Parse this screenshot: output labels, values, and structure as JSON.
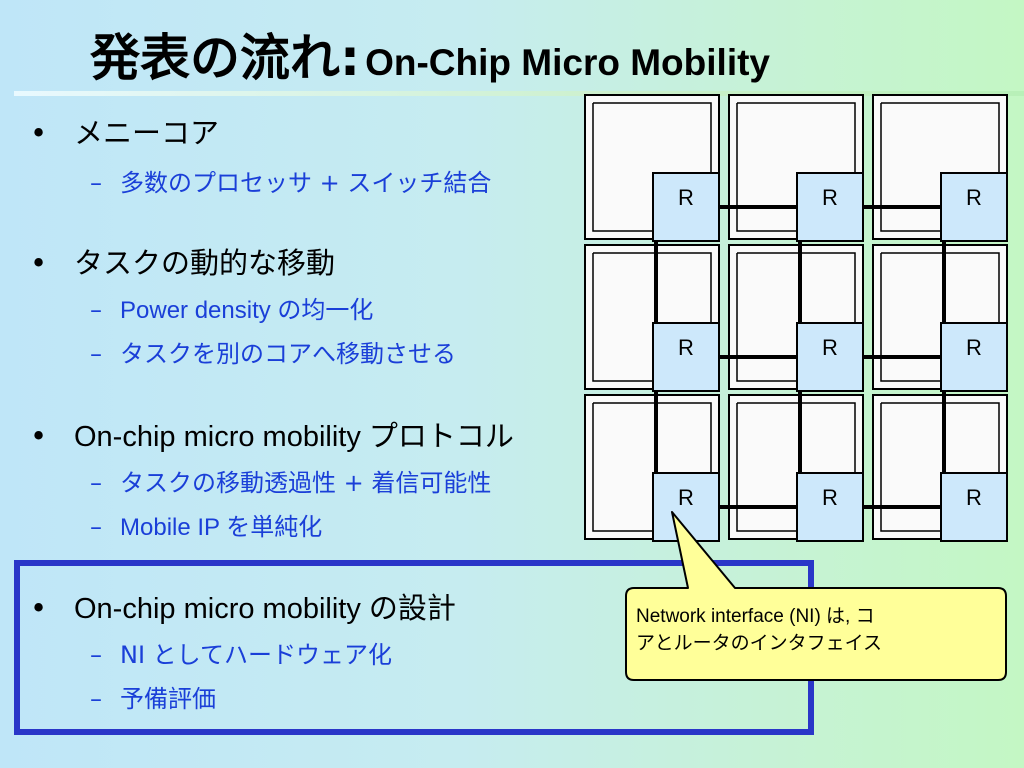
{
  "slide": {
    "title_jp": "発表の流れ:",
    "title_en": "On-Chip Micro Mobility"
  },
  "bullets": [
    {
      "text": "メニーコア",
      "subs": [
        "多数のプロセッサ + スイッチ結合"
      ]
    },
    {
      "text": "タスクの動的な移動",
      "subs": [
        "Power density の均一化",
        "タスクを別のコアへ移動させる"
      ]
    },
    {
      "text": "On-chip micro mobility プロトコル",
      "subs": [
        "タスクの移動透過性 + 着信可能性",
        "Mobile IP を単純化"
      ]
    },
    {
      "text": "On-chip micro mobility の設計",
      "subs": [
        "NI としてハードウェア化",
        "予備評価"
      ]
    }
  ],
  "bullet_symbol": "•",
  "sub_symbol": "–",
  "router_label": "R",
  "callout": {
    "line1": "Network interface (NI) は, コ",
    "line2": "アとルータのインタフェイス"
  },
  "colors": {
    "sub_text": "#1a3fd8",
    "focus_border": "#2a36c8",
    "router_fill": "#cde8fb",
    "callout_fill": "#ffff99"
  }
}
